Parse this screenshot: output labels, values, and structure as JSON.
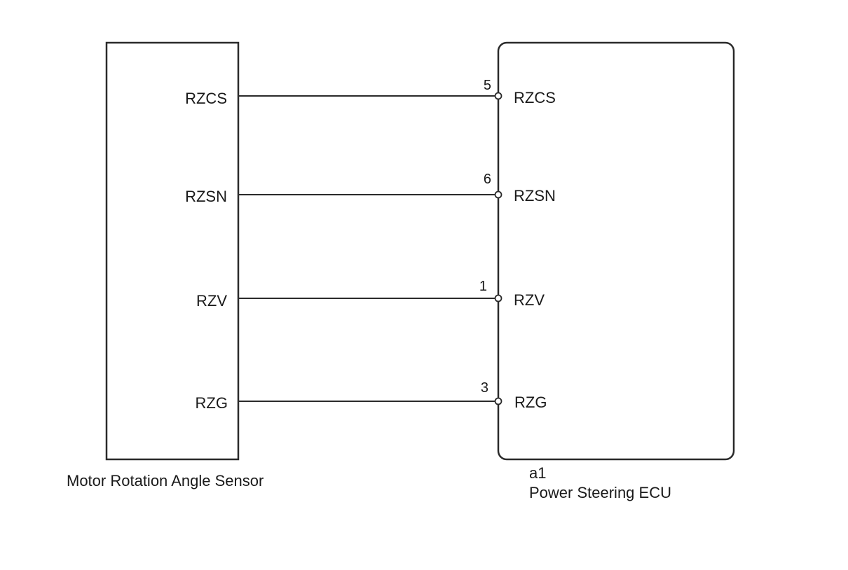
{
  "sensor": {
    "name": "Motor Rotation Angle Sensor"
  },
  "ecu": {
    "connector": "a1",
    "name": "Power Steering ECU"
  },
  "connections": [
    {
      "sensor_terminal": "RZCS",
      "pin": "5",
      "ecu_terminal": "RZCS"
    },
    {
      "sensor_terminal": "RZSN",
      "pin": "6",
      "ecu_terminal": "RZSN"
    },
    {
      "sensor_terminal": "RZV",
      "pin": "1",
      "ecu_terminal": "RZV"
    },
    {
      "sensor_terminal": "RZG",
      "pin": "3",
      "ecu_terminal": "RZG"
    }
  ]
}
